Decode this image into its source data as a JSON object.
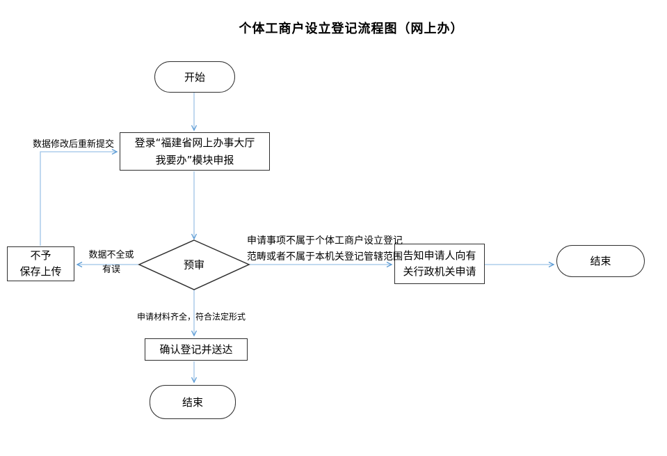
{
  "title": "个体工商户设立登记流程图（网上办）",
  "nodes": {
    "start": {
      "label": "开始"
    },
    "login": {
      "line1": "登录“福建省网上办事大厅",
      "line2": "我要办”模块申报"
    },
    "review": {
      "label": "预审"
    },
    "reject": {
      "line1": "不予",
      "line2": "保存上传"
    },
    "notify": {
      "line1": "告知申请人向有",
      "line2": "关行政机关申请"
    },
    "confirm": {
      "label": "确认登记并送达"
    },
    "end_right": {
      "label": "结束"
    },
    "end_bottom": {
      "label": "结束"
    }
  },
  "edge_labels": {
    "resubmit": "数据修改后重新提交",
    "incomplete_line1": "数据不全或",
    "incomplete_line2": "有误",
    "not_in_scope_line1": "申请事项不属于个体工商户设立登记",
    "not_in_scope_line2": "范畴或者不属于本机关登记管辖范围",
    "complete": "申请材料齐全，符合法定形式"
  },
  "colors": {
    "connector": "#9DC3E6",
    "arrowhead": "#5B9BD5",
    "shape_border": "#2E2E2E",
    "text": "#000000",
    "background": "#FFFFFF"
  }
}
